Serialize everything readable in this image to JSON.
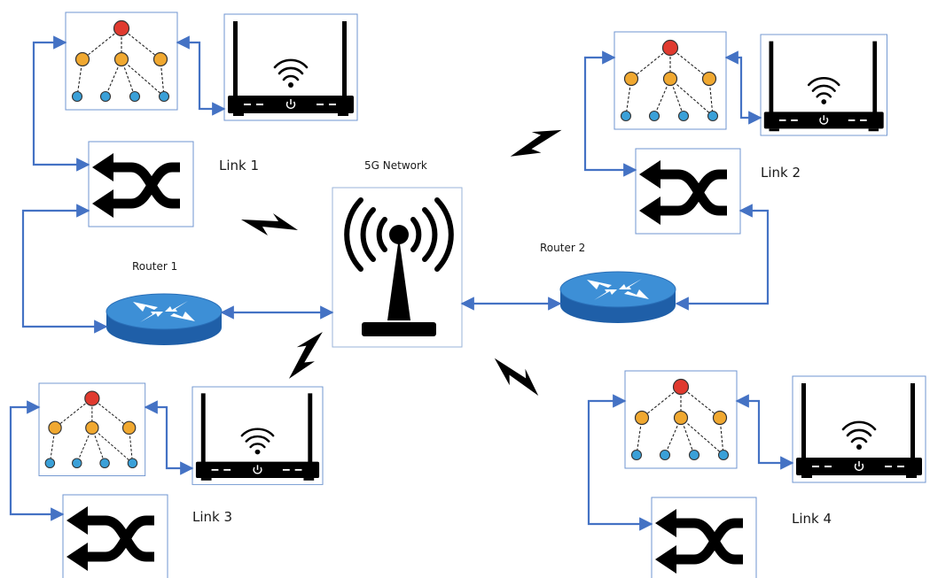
{
  "network": {
    "title": "5G Network",
    "tower_icon": "cell-tower-icon"
  },
  "routers": [
    {
      "label": "Router 1",
      "icon": "router-icon"
    },
    {
      "label": "Router 2",
      "icon": "router-icon"
    }
  ],
  "links": [
    {
      "label": "Link 1",
      "icons": [
        "tree-hierarchy-icon",
        "wifi-router-icon",
        "switch-crossover-icon"
      ]
    },
    {
      "label": "Link 2",
      "icons": [
        "tree-hierarchy-icon",
        "wifi-router-icon",
        "switch-crossover-icon"
      ]
    },
    {
      "label": "Link 3",
      "icons": [
        "tree-hierarchy-icon",
        "wifi-router-icon",
        "switch-crossover-icon"
      ]
    },
    {
      "label": "Link 4",
      "icons": [
        "tree-hierarchy-icon",
        "wifi-router-icon",
        "switch-crossover-icon"
      ]
    }
  ],
  "wireless_icon": "lightning-bolt-icon",
  "colors": {
    "connector": "#4472c4",
    "box_border": "#6f95d0",
    "root_node": "#e03a2f",
    "mid_node": "#f0a830",
    "leaf_node": "#3aa0d8",
    "router_top": "#3d8fd6",
    "router_side": "#1f5fa8",
    "icon_black": "#000000"
  }
}
